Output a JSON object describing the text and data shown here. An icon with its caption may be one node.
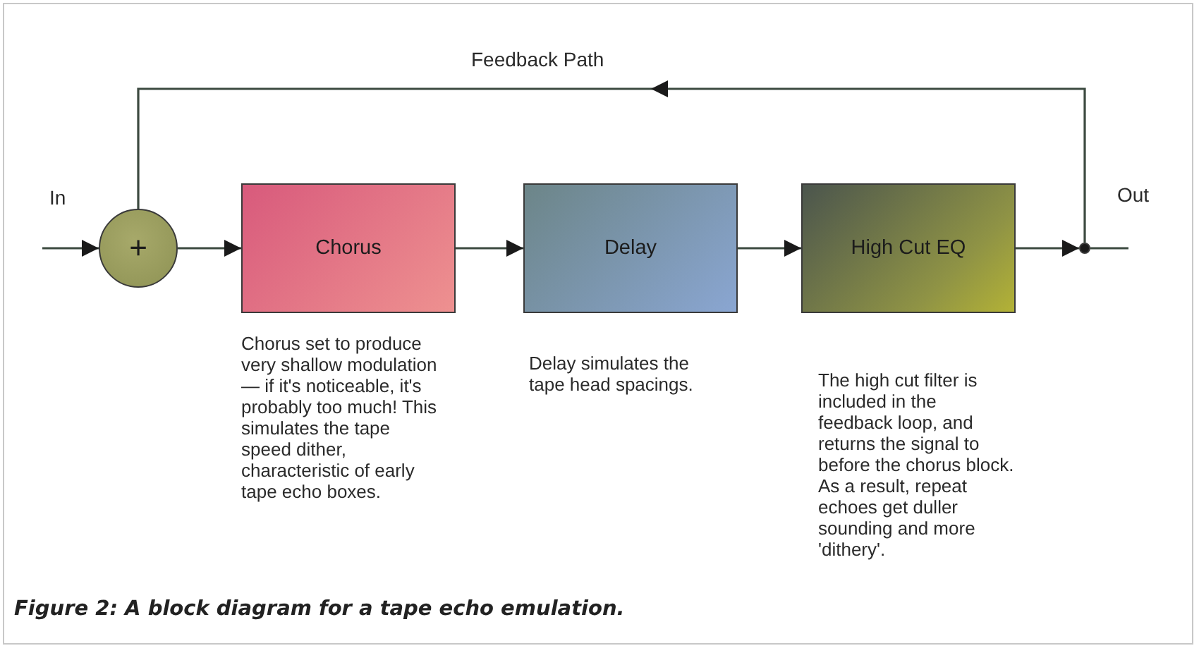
{
  "diagram": {
    "caption": "Figure 2: A block diagram for a tape echo emulation.",
    "nodes": [
      {
        "text": [
          "+"
        ]
      },
      {
        "text": [
          "Chorus"
        ],
        "beside": [
          "Chorus set to produce very shallow modulation — if it's noticeable, it's probably too much! This simulates the tape speed dither, characteristic of early tape echo boxes."
        ]
      },
      {
        "text": [
          "Delay"
        ],
        "beside": [
          "Delay simulates the tape head spacings."
        ]
      },
      {
        "text": [
          "High Cut EQ"
        ],
        "beside": [
          "The high cut filter is included in the feedback loop, and returns the signal to before the chorus block. As a result, repeat echoes get duller sounding and more 'dithery'."
        ]
      },
      {
        "text": [],
        "shape": "circle"
      }
    ],
    "edges": [
      {
        "from": null,
        "to": 0,
        "arrow": "to"
      },
      {
        "from": 0,
        "to": 1,
        "arrow": "to"
      },
      {
        "from": 1,
        "to": 2,
        "arrow": "to"
      },
      {
        "from": 2,
        "to": 3,
        "arrow": "to"
      },
      {
        "from": 3,
        "to": 4,
        "arrow": "to"
      },
      {
        "from": 4,
        "to": null,
        "arrow": "none"
      },
      {
        "from": 4,
        "to": 0,
        "arrow": "to",
        "label": "Feedback Path"
      }
    ],
    "labels": [
      "In",
      "Out"
    ]
  }
}
